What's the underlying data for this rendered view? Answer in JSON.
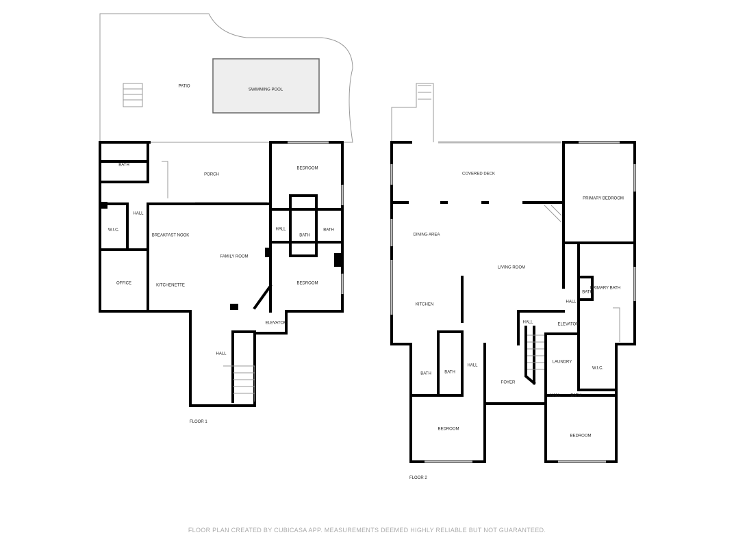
{
  "floor1": {
    "label": "FLOOR 1",
    "rooms": {
      "patio": "PATIO",
      "pool": "SWIMMING POOL",
      "bath_tl": "BATH",
      "porch": "PORCH",
      "bedroom_top": "BEDROOM",
      "hall_left": "HALL",
      "wic": "W.I.C.",
      "breakfast": "BREAKFAST NOOK",
      "family": "FAMILY ROOM",
      "hall_mid": "HALL",
      "bath_mid": "BATH",
      "bath_right": "BATH",
      "office": "OFFICE",
      "kitchenette": "KITCHENETTE",
      "bedroom_bottom": "BEDROOM",
      "elevator": "ELEVATOR",
      "hall_lower": "HALL"
    }
  },
  "floor2": {
    "label": "FLOOR 2",
    "rooms": {
      "covered_deck": "COVERED DECK",
      "primary_bedroom": "PRIMARY BEDROOM",
      "dining": "DINING AREA",
      "living": "LIVING ROOM",
      "kitchen": "KITCHEN",
      "primary_bath": "PRIMARY BATH",
      "bath_small": "BATH",
      "hall_a": "HALL",
      "hall_b": "HALL",
      "elevator": "ELEVATOR",
      "bath_l1": "BATH",
      "bath_l2": "BATH",
      "hall_c": "HALL",
      "laundry": "LAUNDRY",
      "wic": "W.I.C.",
      "foyer": "FOYER",
      "hall_d": "HALL",
      "bath_r": "BATH",
      "bedroom_left": "BEDROOM",
      "bedroom_right": "BEDROOM"
    }
  },
  "footer": "FLOOR PLAN CREATED BY CUBICASA APP. MEASUREMENTS DEEMED HIGHLY RELIABLE BUT NOT GUARANTEED."
}
